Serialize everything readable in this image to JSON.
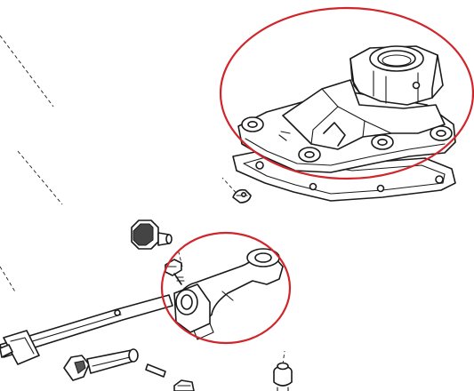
{
  "diagram": {
    "style": "exploded parts line drawing",
    "ink_color": "#1a1a1a",
    "background_color": "#ffffff",
    "highlight_color": "#d0252b",
    "parts": [
      {
        "name": "shift-lever-housing",
        "highlighted": true
      },
      {
        "name": "housing-gasket",
        "highlighted": false
      },
      {
        "name": "shift-lever-arm",
        "highlighted": true
      },
      {
        "name": "shift-rod",
        "highlighted": false
      },
      {
        "name": "bolt",
        "highlighted": false
      },
      {
        "name": "retainer-clip",
        "highlighted": false
      },
      {
        "name": "plug",
        "highlighted": false
      },
      {
        "name": "pin",
        "highlighted": false
      },
      {
        "name": "bushing",
        "highlighted": false
      }
    ]
  }
}
